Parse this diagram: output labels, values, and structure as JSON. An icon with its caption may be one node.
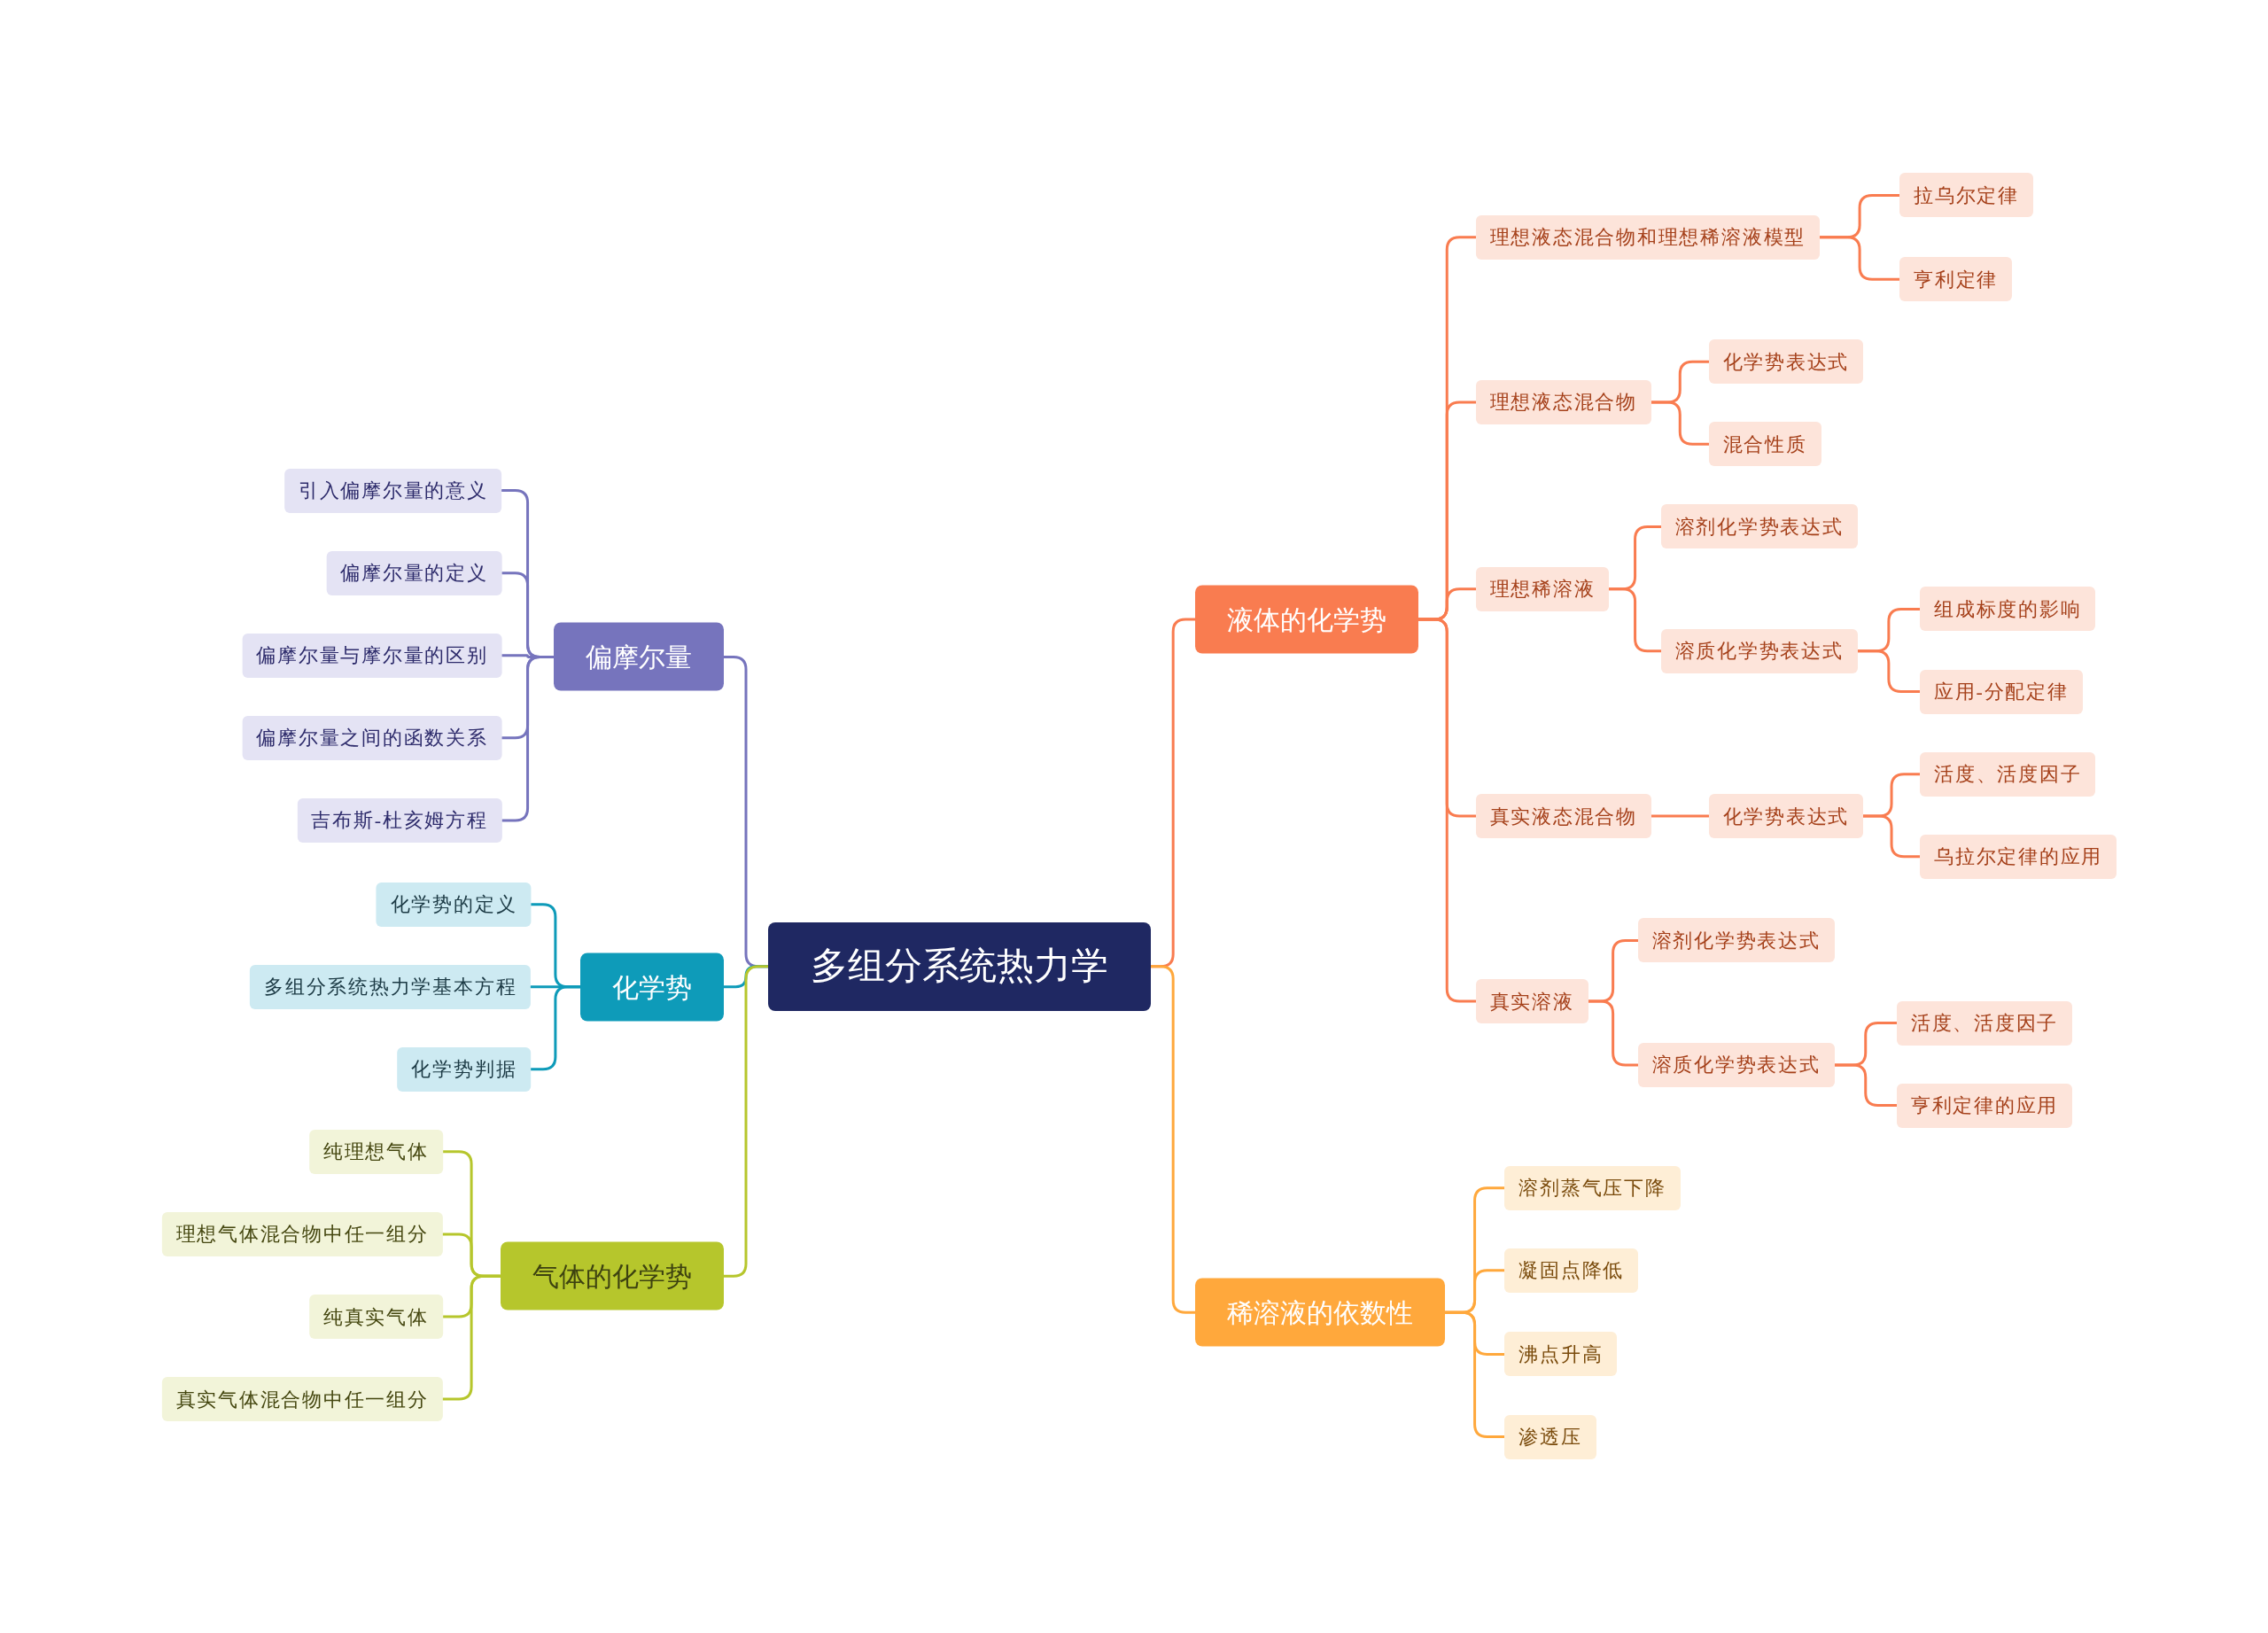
{
  "diagram": {
    "nodes": [
      {
        "text": [
          "多组分系统热力学"
        ]
      },
      {
        "text": [
          "偏摩尔量"
        ]
      },
      {
        "text": [
          "引入偏摩尔量的意义"
        ]
      },
      {
        "text": [
          "偏摩尔量的定义"
        ]
      },
      {
        "text": [
          "偏摩尔量与摩尔量的区别"
        ]
      },
      {
        "text": [
          "偏摩尔量之间的函数关系"
        ]
      },
      {
        "text": [
          "吉布斯-杜亥姆方程"
        ]
      },
      {
        "text": [
          "化学势"
        ]
      },
      {
        "text": [
          "化学势的定义"
        ]
      },
      {
        "text": [
          "多组分系统热力学基本方程"
        ]
      },
      {
        "text": [
          "化学势判据"
        ]
      },
      {
        "text": [
          "气体的化学势"
        ]
      },
      {
        "text": [
          "纯理想气体"
        ]
      },
      {
        "text": [
          "理想气体混合物中任一组分"
        ]
      },
      {
        "text": [
          "纯真实气体"
        ]
      },
      {
        "text": [
          "真实气体混合物中任一组分"
        ]
      },
      {
        "text": [
          "液体的化学势"
        ]
      },
      {
        "text": [
          "理想液态混合物和理想稀溶液模型"
        ]
      },
      {
        "text": [
          "拉乌尔定律"
        ]
      },
      {
        "text": [
          "亨利定律"
        ]
      },
      {
        "text": [
          "理想液态混合物"
        ]
      },
      {
        "text": [
          "化学势表达式"
        ]
      },
      {
        "text": [
          "混合性质"
        ]
      },
      {
        "text": [
          "理想稀溶液"
        ]
      },
      {
        "text": [
          "溶剂化学势表达式"
        ]
      },
      {
        "text": [
          "溶质化学势表达式"
        ]
      },
      {
        "text": [
          "组成标度的影响"
        ]
      },
      {
        "text": [
          "应用-分配定律"
        ]
      },
      {
        "text": [
          "真实液态混合物"
        ]
      },
      {
        "text": [
          "化学势表达式"
        ]
      },
      {
        "text": [
          "活度、活度因子"
        ]
      },
      {
        "text": [
          "乌拉尔定律的应用"
        ]
      },
      {
        "text": [
          "真实溶液"
        ]
      },
      {
        "text": [
          "溶剂化学势表达式"
        ]
      },
      {
        "text": [
          "溶质化学势表达式"
        ]
      },
      {
        "text": [
          "活度、活度因子"
        ]
      },
      {
        "text": [
          "亨利定律的应用"
        ]
      },
      {
        "text": [
          "稀溶液的依数性"
        ]
      },
      {
        "text": [
          "溶剂蒸气压下降"
        ]
      },
      {
        "text": [
          "凝固点降低"
        ]
      },
      {
        "text": [
          "沸点升高"
        ]
      },
      {
        "text": [
          "渗透压"
        ]
      }
    ],
    "edges": [
      {
        "from": 0,
        "to": 1,
        "arrow": "none",
        "color": "#7674bd"
      },
      {
        "from": 1,
        "to": 2,
        "arrow": "none",
        "color": "#7674bd"
      },
      {
        "from": 1,
        "to": 3,
        "arrow": "none",
        "color": "#7674bd"
      },
      {
        "from": 1,
        "to": 4,
        "arrow": "none",
        "color": "#7674bd"
      },
      {
        "from": 1,
        "to": 5,
        "arrow": "none",
        "color": "#7674bd"
      },
      {
        "from": 1,
        "to": 6,
        "arrow": "none",
        "color": "#7674bd"
      },
      {
        "from": 0,
        "to": 7,
        "arrow": "none",
        "color": "#0e9bb9"
      },
      {
        "from": 7,
        "to": 8,
        "arrow": "none",
        "color": "#0e9bb9"
      },
      {
        "from": 7,
        "to": 9,
        "arrow": "none",
        "color": "#0e9bb9"
      },
      {
        "from": 7,
        "to": 10,
        "arrow": "none",
        "color": "#0e9bb9"
      },
      {
        "from": 0,
        "to": 11,
        "arrow": "none",
        "color": "#b6c62c"
      },
      {
        "from": 11,
        "to": 12,
        "arrow": "none",
        "color": "#b6c62c"
      },
      {
        "from": 11,
        "to": 13,
        "arrow": "none",
        "color": "#b6c62c"
      },
      {
        "from": 11,
        "to": 14,
        "arrow": "none",
        "color": "#b6c62c"
      },
      {
        "from": 11,
        "to": 15,
        "arrow": "none",
        "color": "#b6c62c"
      },
      {
        "from": 0,
        "to": 16,
        "arrow": "none"
      },
      {
        "from": 16,
        "to": 17,
        "arrow": "none"
      },
      {
        "from": 17,
        "to": 18,
        "arrow": "none"
      },
      {
        "from": 17,
        "to": 19,
        "arrow": "none"
      },
      {
        "from": 16,
        "to": 20,
        "arrow": "none"
      },
      {
        "from": 20,
        "to": 21,
        "arrow": "none"
      },
      {
        "from": 20,
        "to": 22,
        "arrow": "none"
      },
      {
        "from": 16,
        "to": 23,
        "arrow": "none"
      },
      {
        "from": 23,
        "to": 24,
        "arrow": "none"
      },
      {
        "from": 23,
        "to": 25,
        "arrow": "none"
      },
      {
        "from": 25,
        "to": 26,
        "arrow": "none"
      },
      {
        "from": 25,
        "to": 27,
        "arrow": "none"
      },
      {
        "from": 16,
        "to": 28,
        "arrow": "none"
      },
      {
        "from": 28,
        "to": 29,
        "arrow": "none"
      },
      {
        "from": 29,
        "to": 30,
        "arrow": "none"
      },
      {
        "from": 29,
        "to": 31,
        "arrow": "none"
      },
      {
        "from": 16,
        "to": 32,
        "arrow": "none"
      },
      {
        "from": 32,
        "to": 33,
        "arrow": "none"
      },
      {
        "from": 32,
        "to": 34,
        "arrow": "none"
      },
      {
        "from": 34,
        "to": 35,
        "arrow": "none"
      },
      {
        "from": 34,
        "to": 36,
        "arrow": "none"
      },
      {
        "from": 0,
        "to": 37,
        "arrow": "none",
        "color": "#ffa83c"
      },
      {
        "from": 37,
        "to": 38,
        "arrow": "none",
        "color": "#ffa83c"
      },
      {
        "from": 37,
        "to": 39,
        "arrow": "none",
        "color": "#ffa83c"
      },
      {
        "from": 37,
        "to": 40,
        "arrow": "none",
        "color": "#ffa83c"
      },
      {
        "from": 37,
        "to": 41,
        "arrow": "none",
        "color": "#ffa83c"
      }
    ]
  }
}
